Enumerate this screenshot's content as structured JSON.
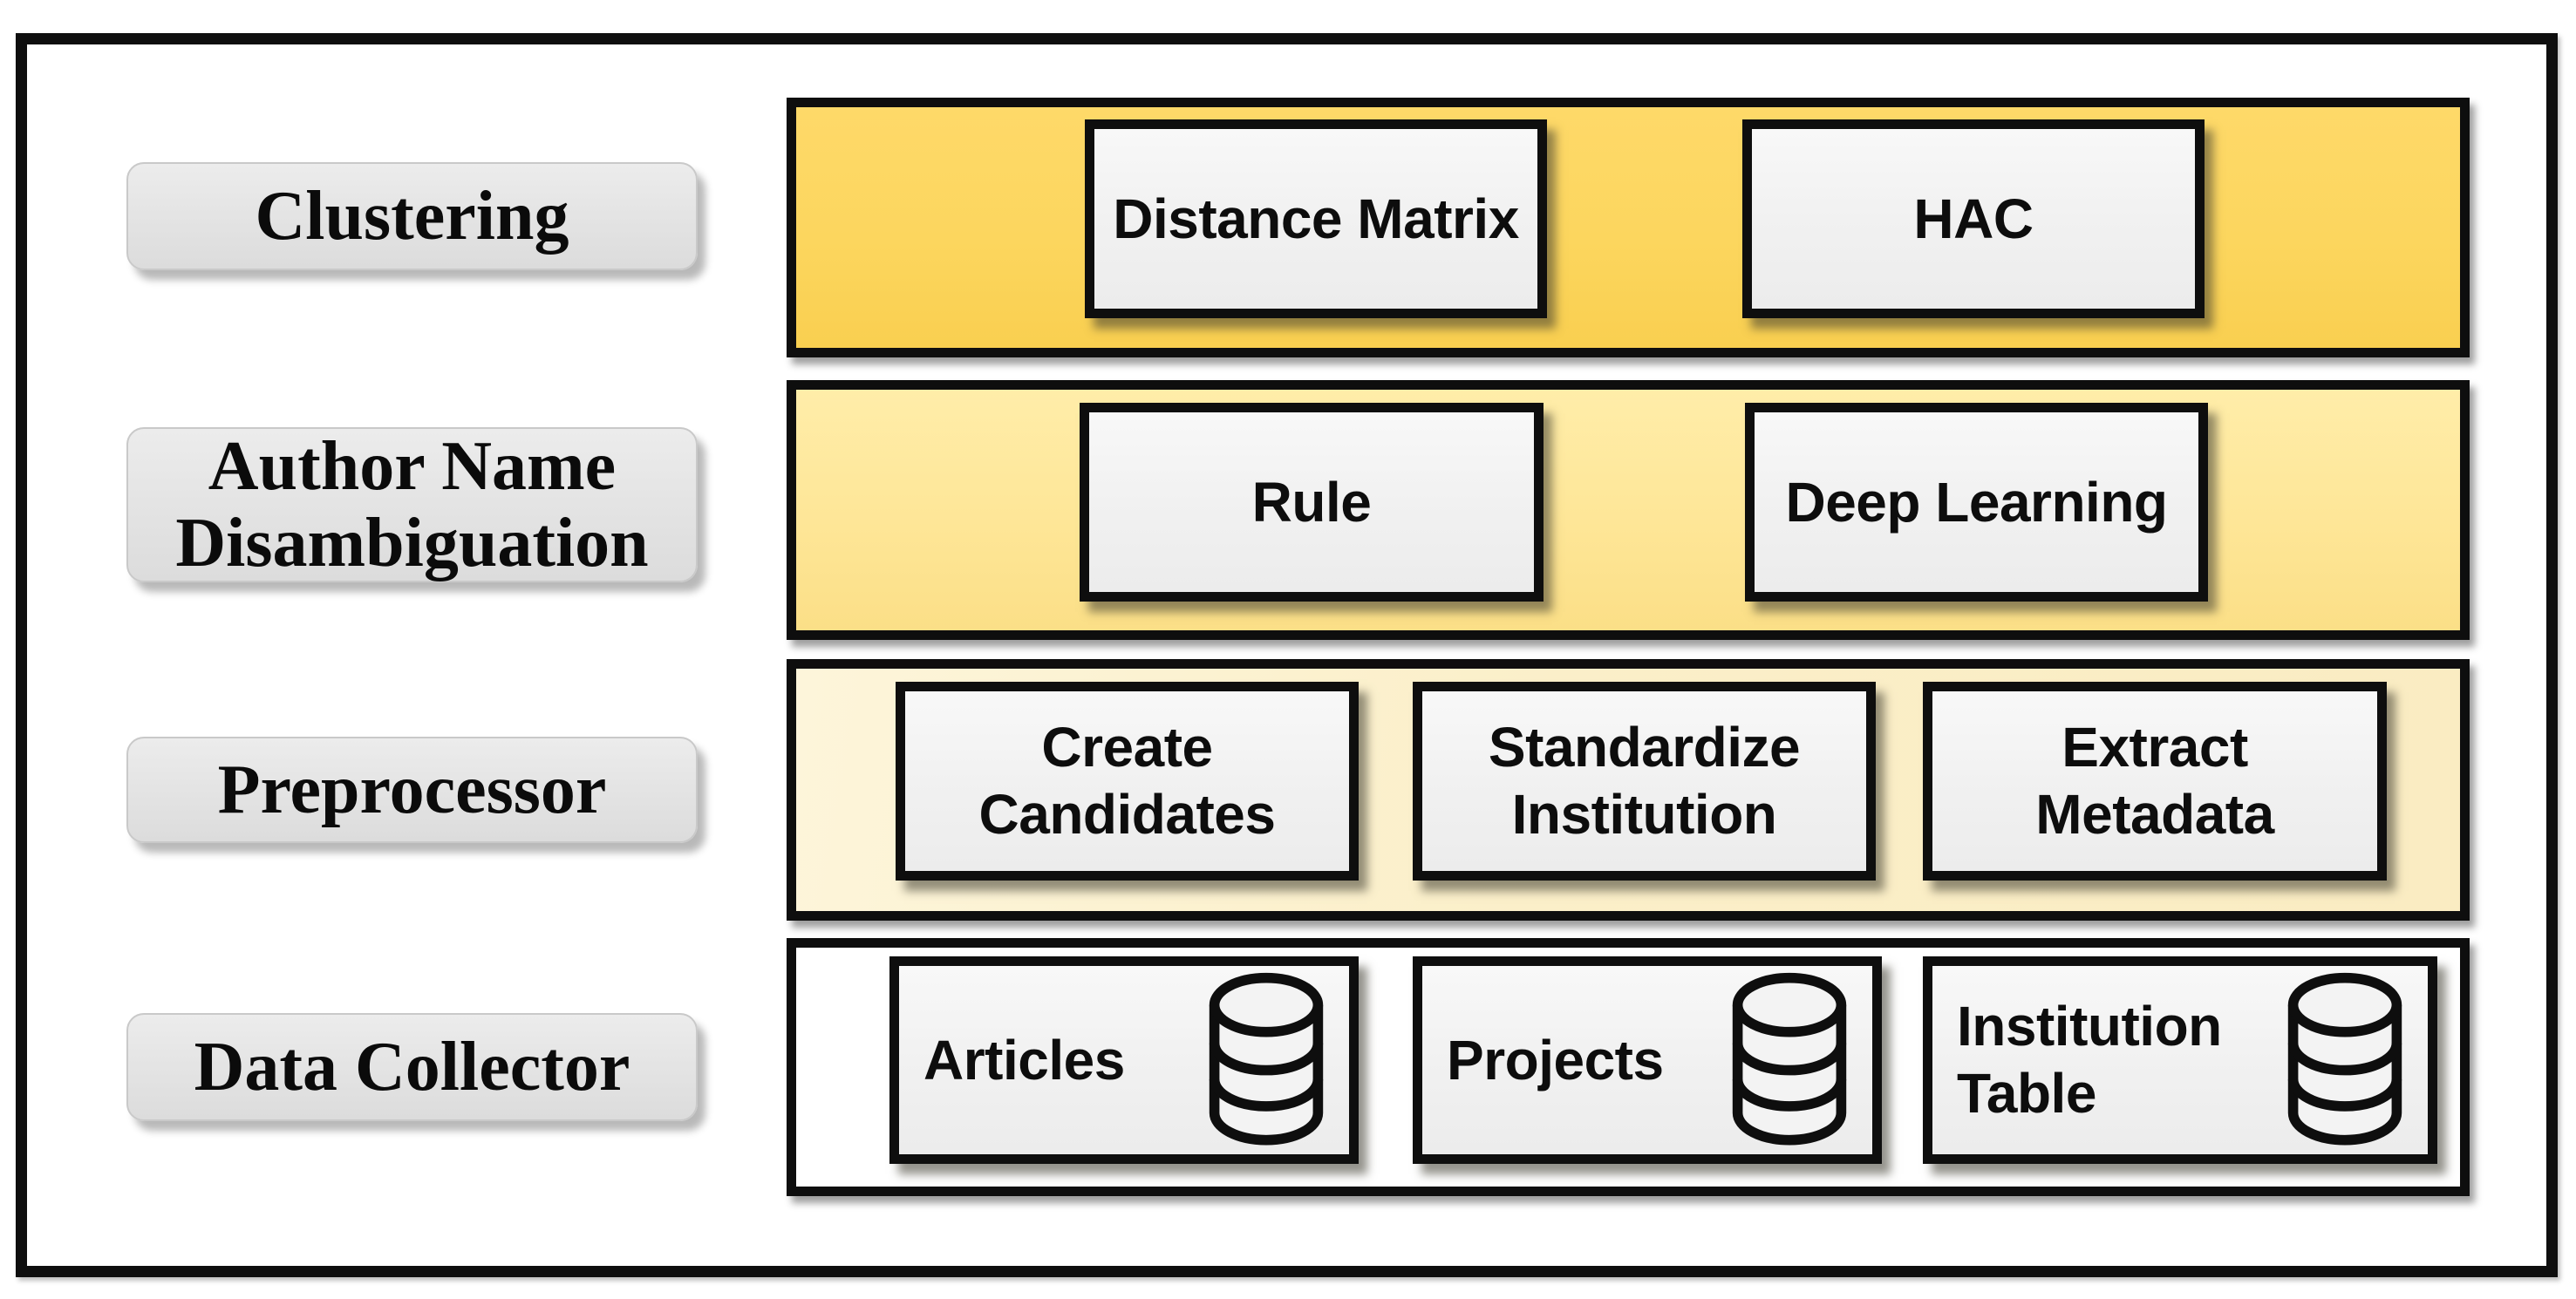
{
  "diagram": {
    "type": "layered-architecture",
    "colors": {
      "band_clustering": "#FCD65E",
      "band_author_name_disambiguation": "#FEE697",
      "band_preprocessor": "#FBEFC9",
      "band_data_collector": "#FFFFFF",
      "module_box_fill": "#F1F1F1",
      "side_label_fill": "#E3E3E3",
      "border": "#0E0E0E"
    }
  },
  "layers": [
    {
      "label": "Clustering",
      "boxes": [
        {
          "label": "Distance Matrix"
        },
        {
          "label": "HAC"
        }
      ]
    },
    {
      "label": "Author Name Disambiguation",
      "boxes": [
        {
          "label": "Rule"
        },
        {
          "label": "Deep Learning"
        }
      ]
    },
    {
      "label": "Preprocessor",
      "boxes": [
        {
          "label": "Create Candidates"
        },
        {
          "label": "Standardize Institution"
        },
        {
          "label": "Extract Metadata"
        }
      ]
    },
    {
      "label": "Data Collector",
      "boxes": [
        {
          "label": "Articles",
          "icon": "database-icon"
        },
        {
          "label": "Projects",
          "icon": "database-icon"
        },
        {
          "label": "Institution Table",
          "icon": "database-icon"
        }
      ]
    }
  ]
}
